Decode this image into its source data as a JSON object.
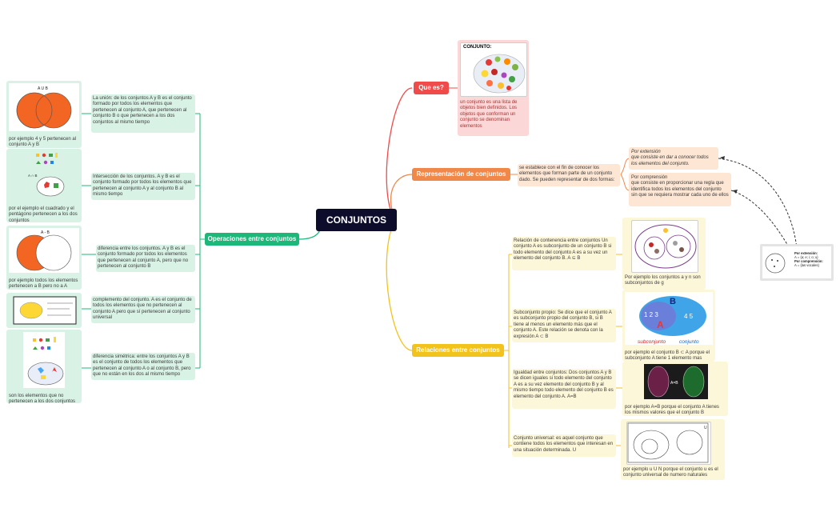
{
  "central": {
    "title": "CONJUNTOS"
  },
  "branches": {
    "que_es": {
      "label": "Que es?",
      "img_title": "CONJUNTO:",
      "text": "un conjunto es una lista de objetos bien definidos. Los objetos que conforman un conjunto se denominan elementos",
      "color": "#ef4b4b"
    },
    "representacion": {
      "label": "Representación de conjuntos",
      "text": "se establece con el fin de conocer los elementos que forman parte de un conjunto dado. Se pueden representar de dos formas:",
      "color": "#f0884a",
      "extension": {
        "title": "Por extensión",
        "text": "que consiste en dar a conocer todos los elementos del conjunto."
      },
      "comprension": {
        "title": "Por comprensión",
        "text": "que consiste en proporcionar una regla que identifica todos los elementos del conjunto sin que se requiera mostrar cada uno de ellos"
      },
      "ejemplo": {
        "ext_label": "Por extensión:",
        "ext_value": "A = {a; e; i; o; u}",
        "comp_label": "Por comprensión:",
        "comp_value": "A = {las vocales}"
      }
    },
    "relaciones": {
      "label": "Relaciones entre conjuntos",
      "color": "#f2c21d",
      "items": [
        {
          "text": "Relación de contenencia entre conjuntos Un conjunto A es subconjunto de un conjunto B si todo elemento del conjunto A es a su vez un elemento del conjunto B.      A ⊆ B",
          "caption": "Por ejemplo los conjuntos a y n son subconjuntos de g"
        },
        {
          "text": "Subconjunto propio: Se dice que el conjunto A es subconjunto propio del conjunto B, si B tiene al menos un elemento más que el conjunto A. Este relación se denota con la expresión A ⊂ B",
          "caption": "por ejemplo el conjunto B ⊂ A porque el subconjunto A tiene 1 elemento mas"
        },
        {
          "text": "Igualdad entre conjuntos: Dos conjuntos A y B se dicen iguales si todo elemento del conjunto A es a su vez elemento del conjunto B y al mismo tiempo todo elemento del conjunto B es elemento del conjunto A. A=B",
          "caption": "por ejemplo A=B porque el conjunto A tienes los mismos valores que el conjunto B"
        },
        {
          "text": "Conjunto universal: es aquel conjunto que contiene todos los elementos que interesan en una situación determinada.  U",
          "caption": "por ejemplo u U N porque el conjunto u es el conjunto universal de numero naturales"
        }
      ]
    },
    "operaciones": {
      "label": "Operaciones entre conjuntos",
      "color": "#1cb87a",
      "items": [
        {
          "text": "La unión: de los conjuntos A y B es el conjunto formado por todos los elementos que pertenecen al conjunto A, que pertenecen al conjunto B o que pertenecen a los dos conjuntos al mismo tiempo",
          "caption": "por ejemplo 4 y 5 pertenecen al conjunto A y B"
        },
        {
          "text": "Intersección de los conjuntos. A y B es el conjunto formado por todos los elementos que pertenecen al conjunto A y al conjunto B al mismo tiempo",
          "caption": "por el ejemplo el cuadrado y el pentágono pertenecen a los dos conjuntos"
        },
        {
          "text": "diferencia entre los conjuntos. A y B es el conjunto formado por todos los elementos que pertenecen al conjunto A, pero que no pertenecen al conjunto B",
          "caption": "por ejemplo todos los elementos pertenecen a B pero no a A"
        },
        {
          "text": "complemento del conjunto. A es el conjunto de todos los elementos que no pertenecen al conjunto A pero que sí pertenecen al conjunto universal",
          "caption": ""
        },
        {
          "text": "diferencia simétrica: entre los conjuntos A y B es el conjunto de todos los elementos que pertenecen al conjunto A o al conjunto B, pero que no están en los dos al mismo tiempo",
          "caption": "son los elementos que no pertenecen a los dos conjuntos"
        }
      ]
    }
  },
  "figures": {
    "union_title": "A U B",
    "inter_title": "A ∩ B",
    "diff_title": "A - B",
    "subset": {
      "B": "B",
      "A": "A",
      "nums_a": "1  2  3",
      "nums_b": "4  5",
      "label_sub": "subconjunto",
      "label_conj": "conjunto"
    },
    "equal_mid": "A=B",
    "universal_letter": "U"
  }
}
